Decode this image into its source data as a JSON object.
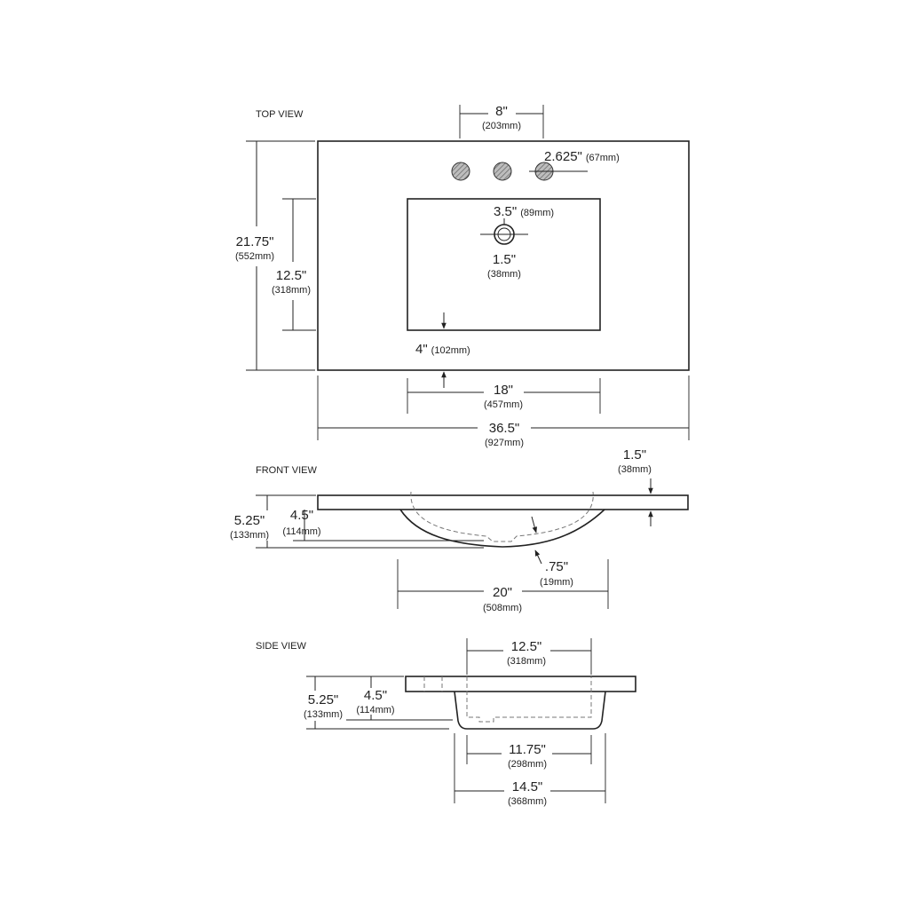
{
  "colors": {
    "line": "#222222",
    "hidden_line": "#777777",
    "hole_fill": "#9a9a9a",
    "background": "#ffffff"
  },
  "views": {
    "top": {
      "title": "TOP VIEW",
      "faucet_spread": {
        "in": "8\"",
        "mm": "(203mm)"
      },
      "hole_diameter": {
        "in": "2.625\"",
        "mm": "(67mm)"
      },
      "drain_offset": {
        "in": "3.5\"",
        "mm": "(89mm)"
      },
      "drain_diameter": {
        "in": "1.5\"",
        "mm": "(38mm)"
      },
      "front_edge": {
        "in": "4\"",
        "mm": "(102mm)"
      },
      "overall_depth": {
        "in": "21.75\"",
        "mm": "(552mm)"
      },
      "bowl_depth": {
        "in": "12.5\"",
        "mm": "(318mm)"
      },
      "bowl_width": {
        "in": "18\"",
        "mm": "(457mm)"
      },
      "overall_width": {
        "in": "36.5\"",
        "mm": "(927mm)"
      }
    },
    "front": {
      "title": "FRONT VIEW",
      "top_thickness": {
        "in": "1.5\"",
        "mm": "(38mm)"
      },
      "total_height": {
        "in": "5.25\"",
        "mm": "(133mm)"
      },
      "bowl_height": {
        "in": "4.5\"",
        "mm": "(114mm)"
      },
      "wall_thickness": {
        "in": ".75\"",
        "mm": "(19mm)"
      },
      "bowl_width": {
        "in": "20\"",
        "mm": "(508mm)"
      }
    },
    "side": {
      "title": "SIDE VIEW",
      "inner_top": {
        "in": "12.5\"",
        "mm": "(318mm)"
      },
      "total_height": {
        "in": "5.25\"",
        "mm": "(133mm)"
      },
      "bowl_height": {
        "in": "4.5\"",
        "mm": "(114mm)"
      },
      "inner_bottom": {
        "in": "11.75\"",
        "mm": "(298mm)"
      },
      "outer_width": {
        "in": "14.5\"",
        "mm": "(368mm)"
      }
    }
  }
}
